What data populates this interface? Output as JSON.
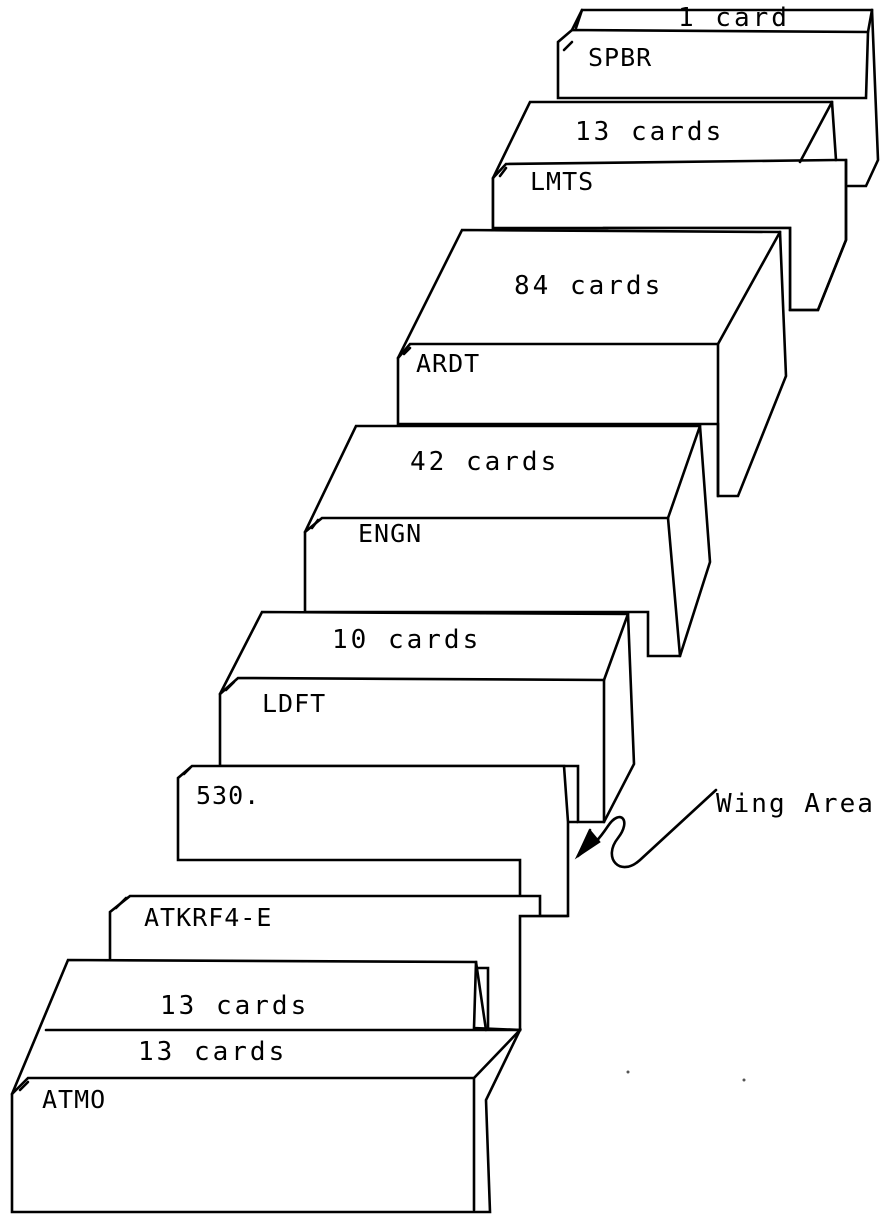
{
  "decks": [
    {
      "id": "spbr",
      "name": "SPBR",
      "count": "1 card"
    },
    {
      "id": "lmts",
      "name": "LMTS",
      "count": "13 cards"
    },
    {
      "id": "ardt",
      "name": "ARDT",
      "count": "84 cards"
    },
    {
      "id": "engn",
      "name": "ENGN",
      "count": "42 cards"
    },
    {
      "id": "ldft",
      "name": "LDFT",
      "count": "10 cards"
    },
    {
      "id": "wing-card",
      "name": "530.",
      "count": ""
    },
    {
      "id": "title-card",
      "name": "ATKRF4-E",
      "count": ""
    },
    {
      "id": "atmo",
      "name": "ATMO",
      "count": "13 cards",
      "count2": "13 cards"
    }
  ],
  "annotation": {
    "label": "Wing Area"
  }
}
